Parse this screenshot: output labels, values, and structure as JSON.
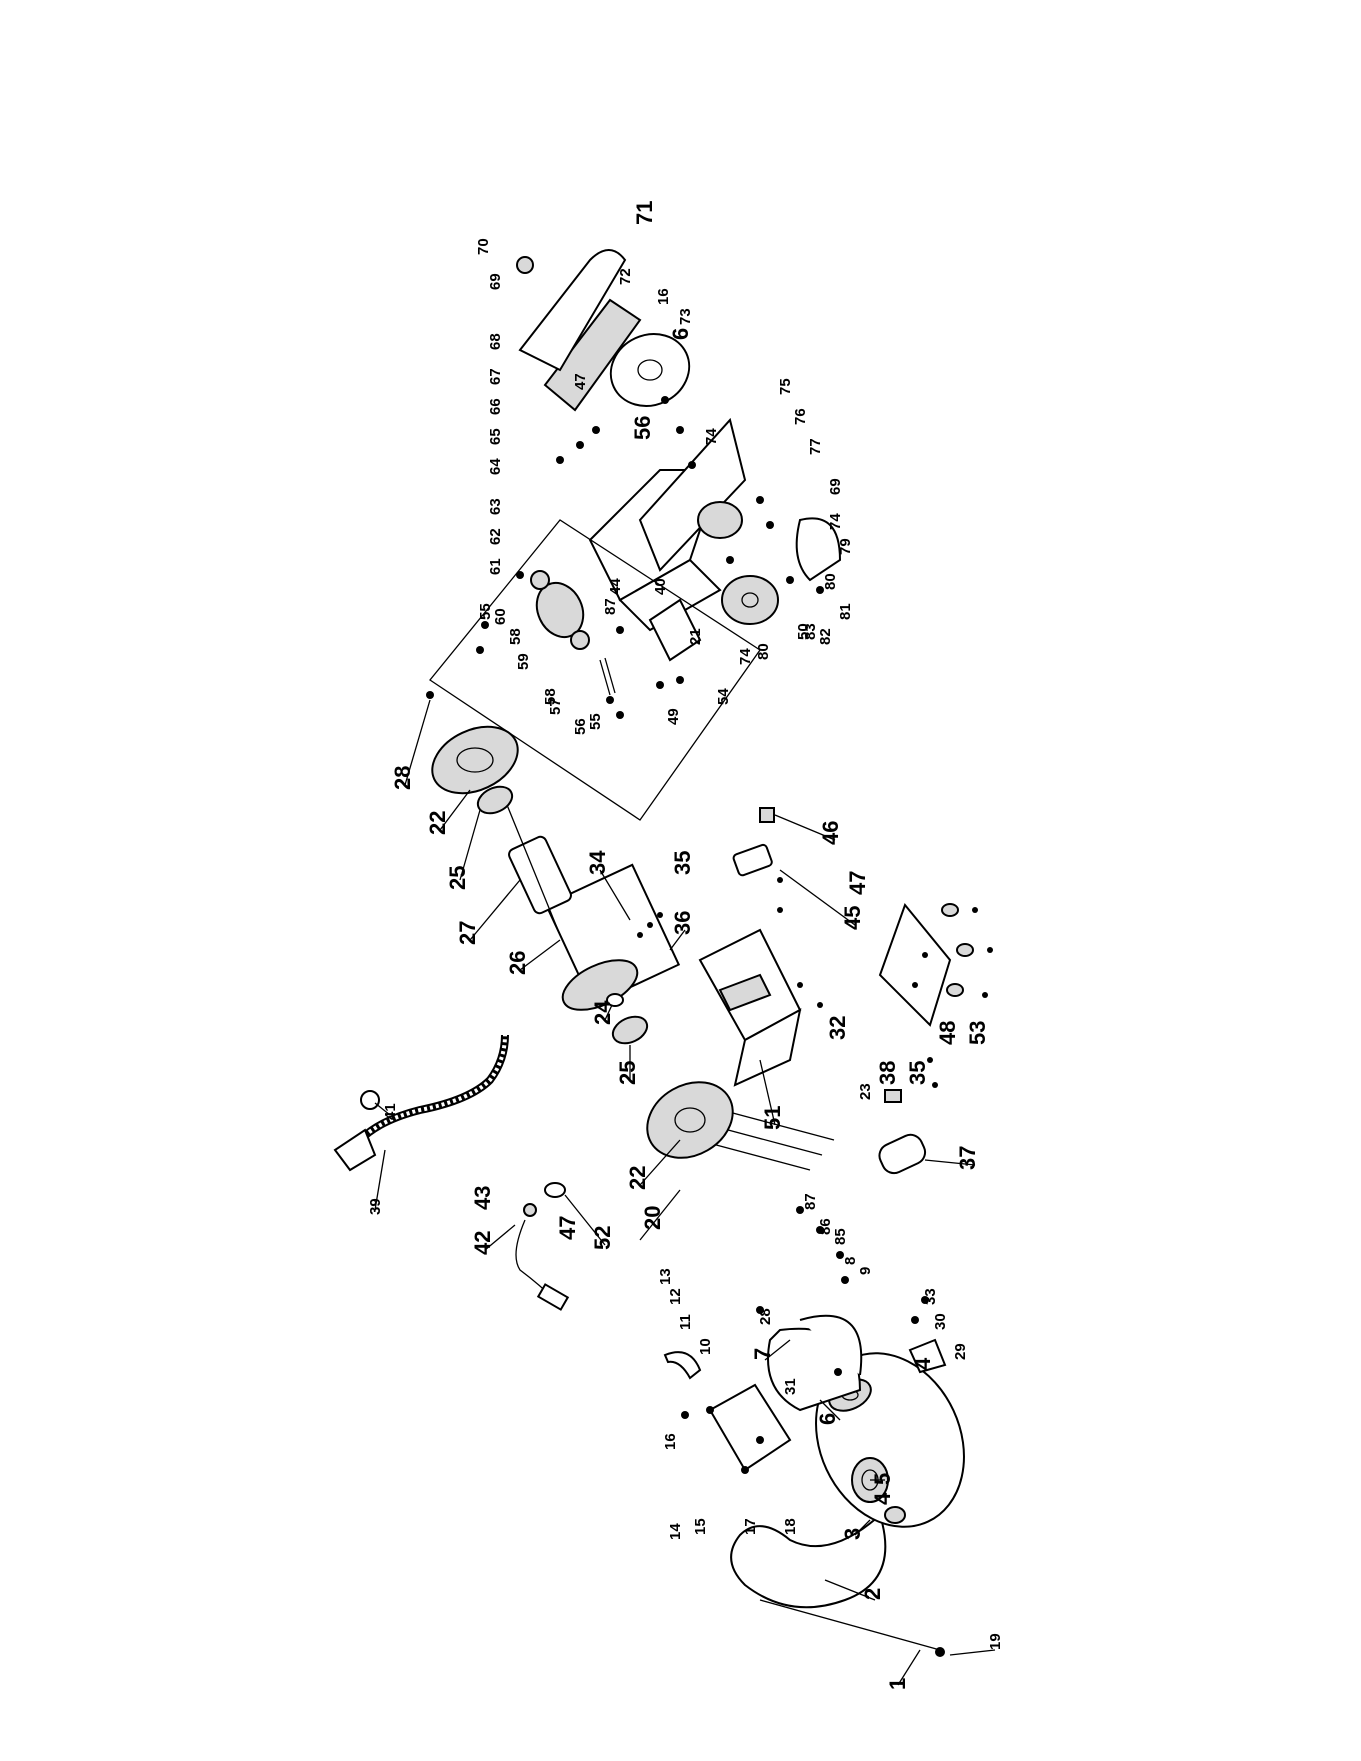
{
  "labels": {
    "n1": "1",
    "n2": "2",
    "n3": "3",
    "n4a": "4",
    "n4b": "4",
    "n5": "5",
    "n6a": "6",
    "n6b": "6",
    "n7": "7",
    "n8": "8",
    "n9": "9",
    "n10": "10",
    "n11": "11",
    "n12": "12",
    "n13": "13",
    "n14": "14",
    "n15": "15",
    "n16a": "16",
    "n16b": "16",
    "n17": "17",
    "n18": "18",
    "n19": "19",
    "n20": "20",
    "n21": "21",
    "n22a": "22",
    "n22b": "22",
    "n23": "23",
    "n24": "24",
    "n25a": "25",
    "n25b": "25",
    "n26": "26",
    "n27": "27",
    "n28a": "28",
    "n28b": "28",
    "n29": "29",
    "n30": "30",
    "n31": "31",
    "n32": "32",
    "n33": "33",
    "n34": "34",
    "n35a": "35",
    "n35b": "35",
    "n36": "36",
    "n37": "37",
    "n38": "38",
    "n39": "39",
    "n40": "40",
    "n41": "41",
    "n42": "42",
    "n43": "43",
    "n44": "44",
    "n45": "45",
    "n46": "46",
    "n47a": "47",
    "n47b": "47",
    "n47c": "47",
    "n48": "48",
    "n49": "49",
    "n50": "50",
    "n51": "51",
    "n52": "52",
    "n53": "53",
    "n54": "54",
    "n55a": "55",
    "n55b": "55",
    "n56a": "56",
    "n56b": "56",
    "n57": "57",
    "n58a": "58",
    "n58b": "58",
    "n59": "59",
    "n60": "60",
    "n61": "61",
    "n62": "62",
    "n63": "63",
    "n64": "64",
    "n65": "65",
    "n66": "66",
    "n67": "67",
    "n68": "68",
    "n69a": "69",
    "n69b": "69",
    "n70": "70",
    "n71": "71",
    "n72": "72",
    "n73": "73",
    "n74a": "74",
    "n74b": "74",
    "n74c": "74",
    "n75": "75",
    "n76": "76",
    "n77": "77",
    "n79": "79",
    "n80a": "80",
    "n80b": "80",
    "n81": "81",
    "n82": "82",
    "n83": "83",
    "n85": "85",
    "n86": "86",
    "n87a": "87",
    "n87b": "87"
  }
}
